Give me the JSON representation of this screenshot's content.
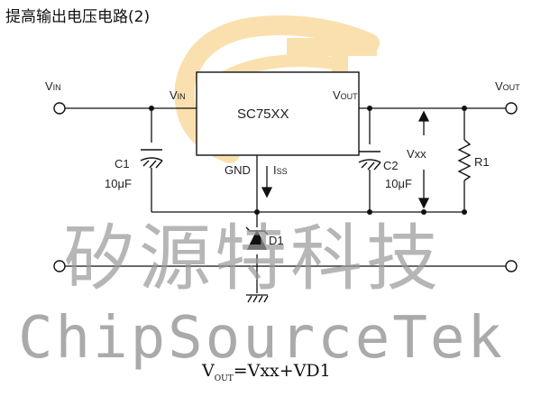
{
  "title": "提高输出电压电路(2)",
  "ic_label": "SC75XX",
  "labels": {
    "vin_left_main": "V",
    "vin_left_sub": "IN",
    "vin_pin_main": "V",
    "vin_pin_sub": "IN",
    "vout_pin_main": "V",
    "vout_pin_sub": "OUT",
    "vout_right_main": "V",
    "vout_right_sub": "OUT",
    "gnd": "GND",
    "iss_main": "I",
    "iss_sub": "SS",
    "c1": "C1",
    "c1_val": "10μF",
    "c2": "C2",
    "c2_val": "10μF",
    "vxx": "Vxx",
    "r1": "R1",
    "d1": "D1"
  },
  "watermark": {
    "chinese": "矽源特科技",
    "english": "ChipSourceTek",
    "logo_letters": "ST"
  },
  "formula": {
    "v": "V",
    "sub": "OUT",
    "rest": "=Vxx+VD1"
  },
  "colors": {
    "wire": "#111111",
    "logo": "#f6c76d",
    "watermark": "#8a8a8a"
  }
}
